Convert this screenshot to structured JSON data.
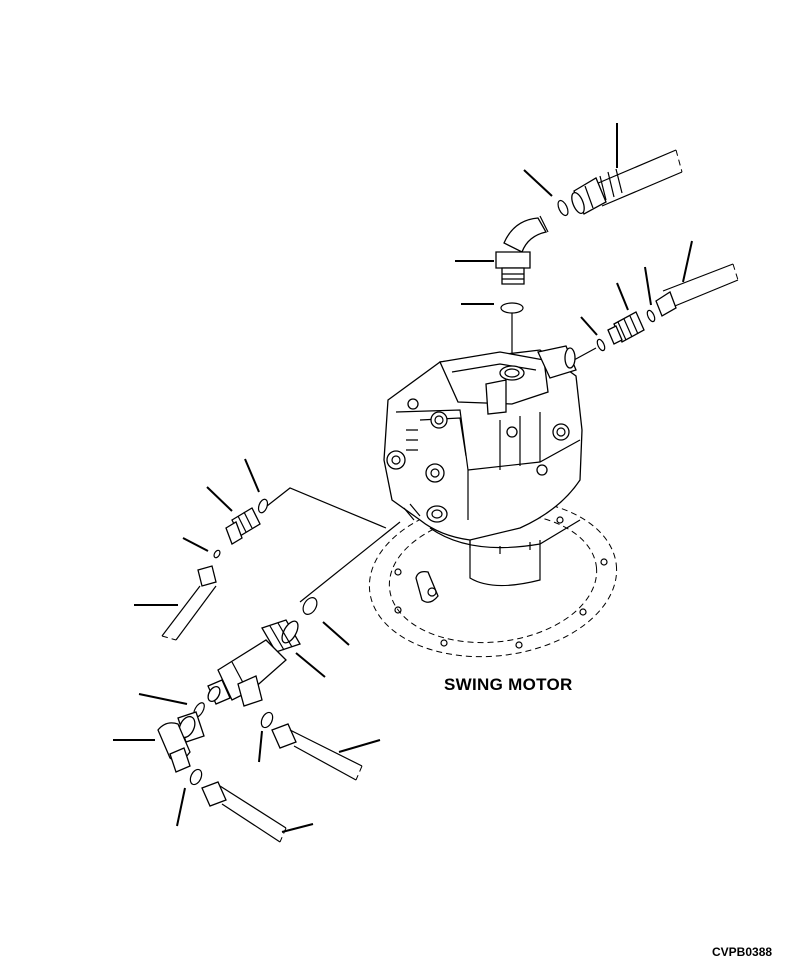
{
  "labels": {
    "assembly_name": "SWING MOTOR",
    "drawing_code": "CVPB0388"
  },
  "parts": [
    {
      "name": "hose-upper-right"
    },
    {
      "name": "nut-fitting-upper"
    },
    {
      "name": "o-ring-upper"
    },
    {
      "name": "elbow-fitting-upper"
    },
    {
      "name": "o-ring-port-top"
    },
    {
      "name": "hose-right-small"
    },
    {
      "name": "o-ring-right-outer"
    },
    {
      "name": "connector-right"
    },
    {
      "name": "o-ring-right-inner"
    },
    {
      "name": "swing-motor-body"
    },
    {
      "name": "o-ring-left-upper"
    },
    {
      "name": "fitting-left-upper"
    },
    {
      "name": "o-ring-left-tiny"
    },
    {
      "name": "hose-left-upper"
    },
    {
      "name": "o-ring-middle"
    },
    {
      "name": "valve-block"
    },
    {
      "name": "o-ring-block-left"
    },
    {
      "name": "elbow-left-lower"
    },
    {
      "name": "o-ring-block-lower"
    },
    {
      "name": "hose-middle-lower"
    },
    {
      "name": "o-ring-lower-left"
    },
    {
      "name": "hose-bottom"
    }
  ]
}
